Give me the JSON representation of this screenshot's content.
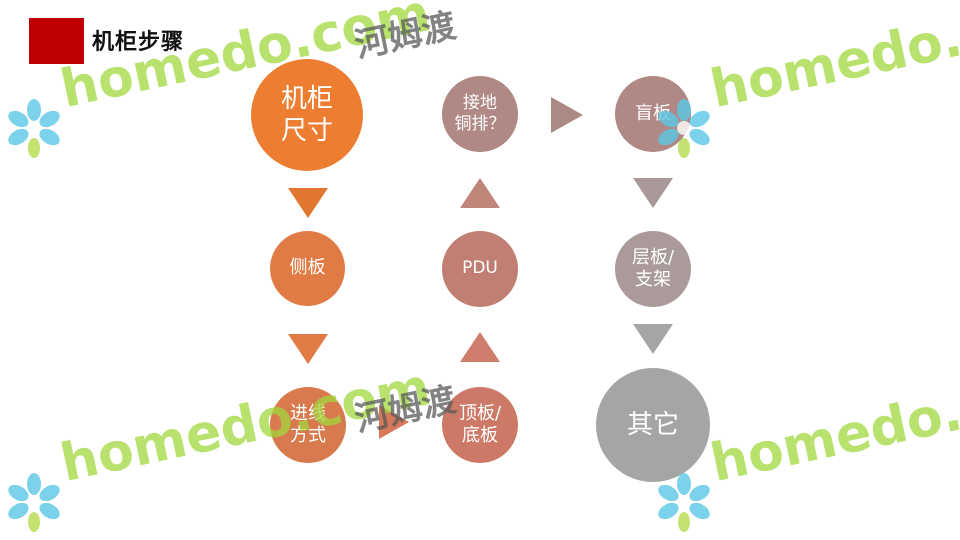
{
  "title": "机柜步骤",
  "nodes": {
    "cabinet_size": "机柜\n尺寸",
    "side_panel": "侧板",
    "cable_entry": "进线\n方式",
    "top_bottom_panel": "顶板/\n底板",
    "pdu": "PDU",
    "grounding_bar": "接地\n铜排？",
    "blank_panel": "盲板",
    "shelf_bracket": "层板/\n支架",
    "others": "其它"
  },
  "watermark": {
    "text": "homedo.com",
    "cn": "河姆渡"
  },
  "colors": {
    "accent_red": "#c00000",
    "orange_dark": "#ed7d31",
    "orange": "#e07b45",
    "salmon": "#cc7a67",
    "mauve": "#b08984",
    "grey": "#a5a5a5"
  }
}
